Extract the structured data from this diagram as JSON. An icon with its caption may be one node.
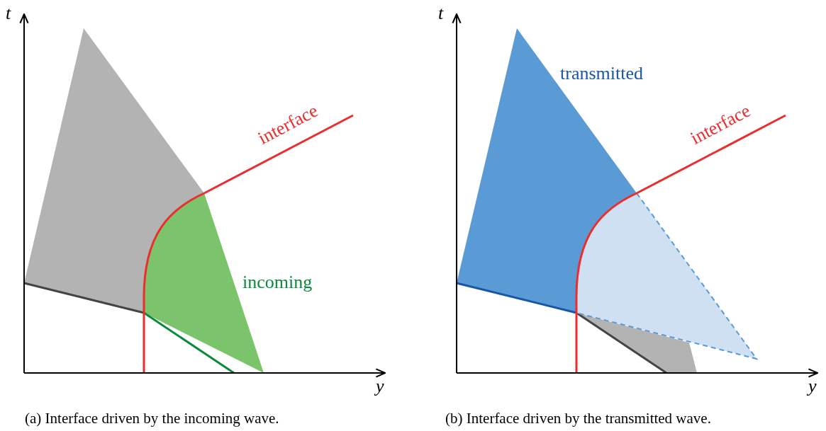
{
  "diagram": {
    "labels": [
      "t",
      "y",
      "interface",
      "incoming",
      "(a) Interface driven by the incoming wave.",
      "t",
      "y",
      "transmitted",
      "interface",
      "(b) Interface driven by the transmitted wave."
    ]
  }
}
